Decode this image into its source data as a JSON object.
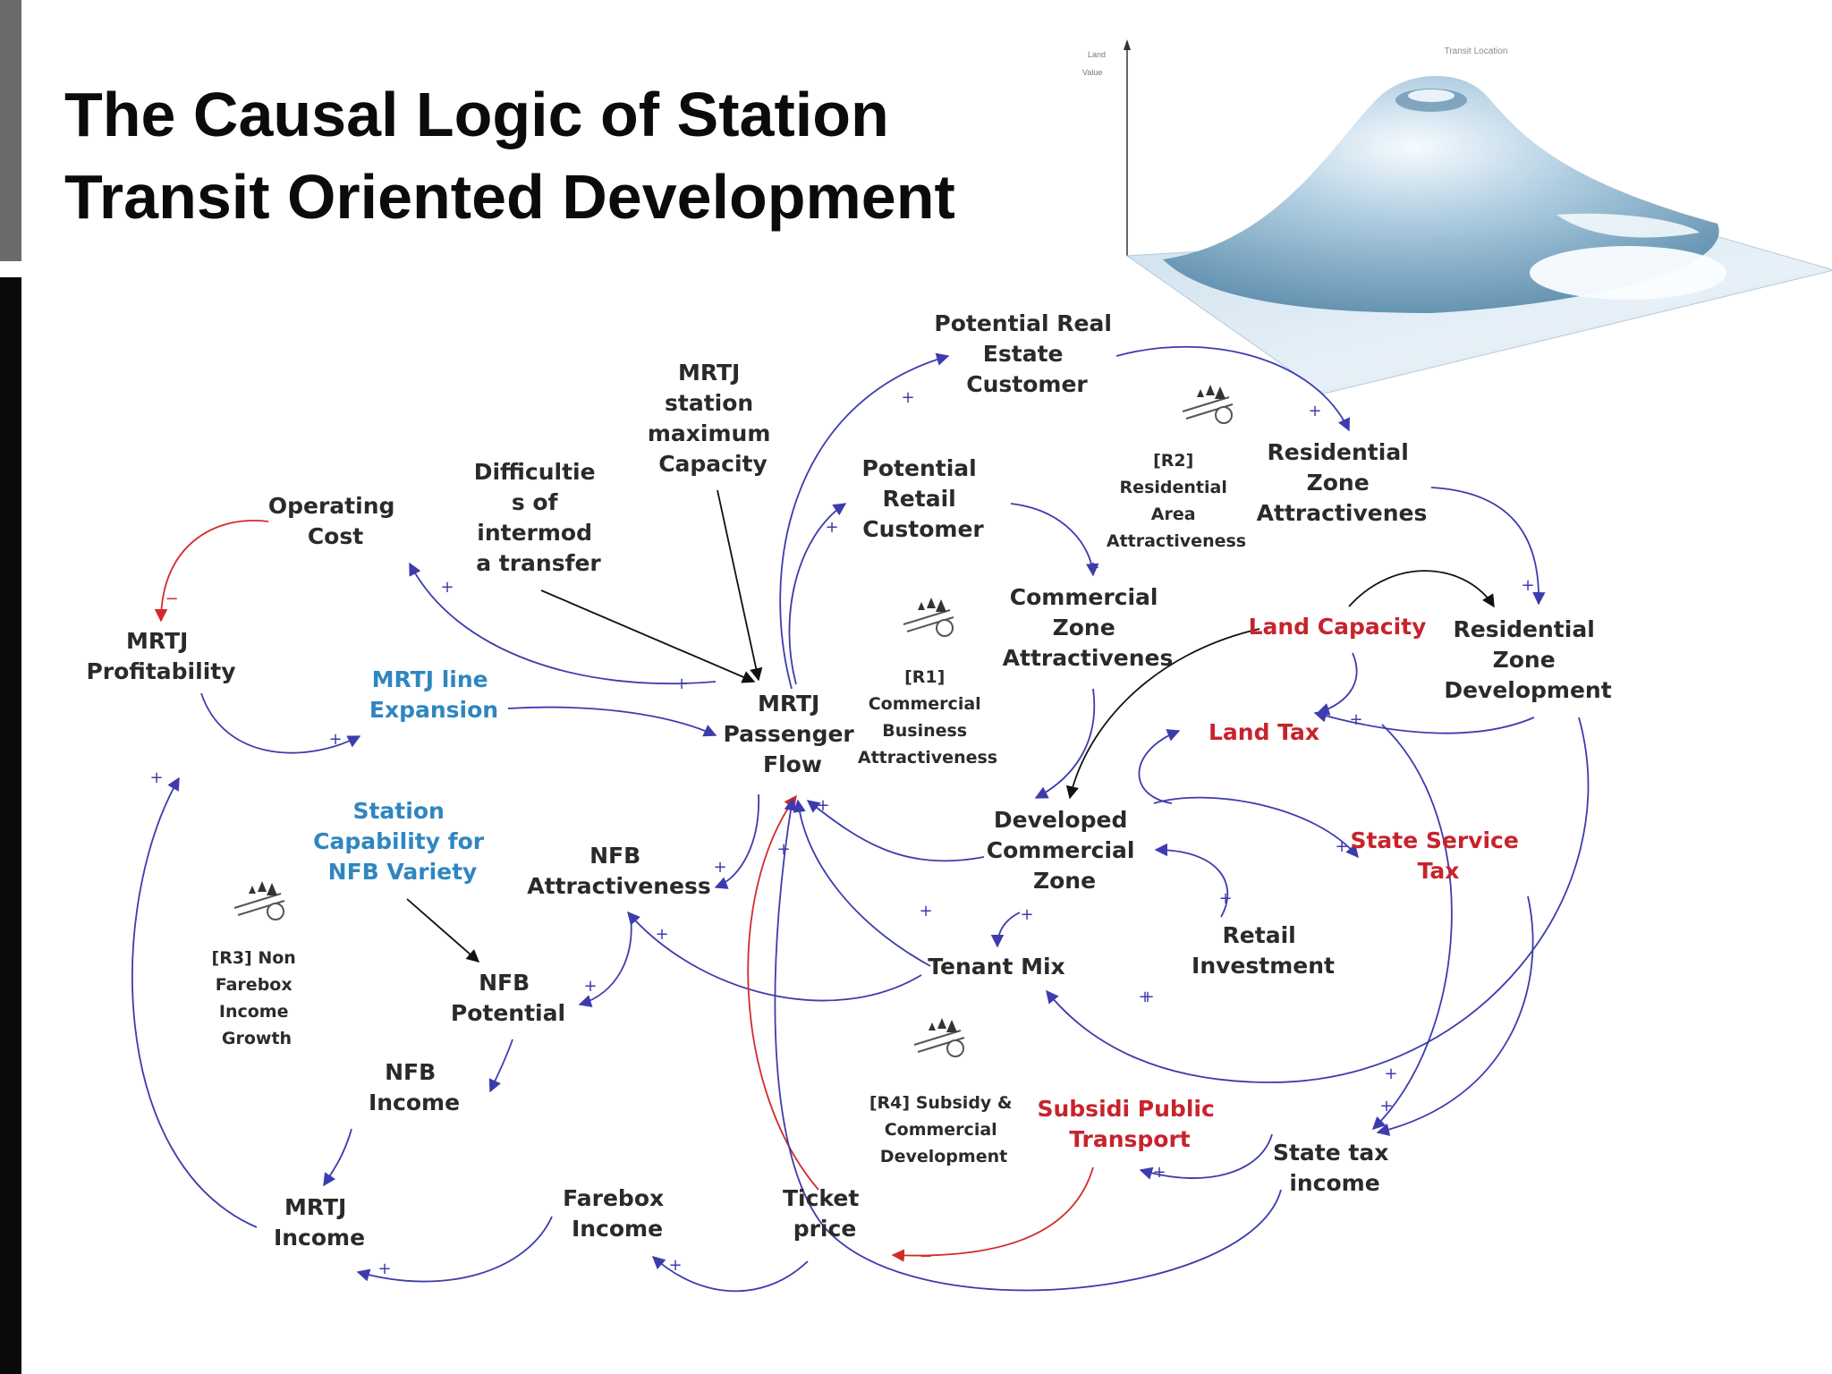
{
  "slide": {
    "title_line1": "The Causal Logic of Station",
    "title_line2": "Transit Oriented Development"
  },
  "colors": {
    "node_default": "#2a2a2a",
    "node_blue": "#2f86c0",
    "node_red": "#c8232c",
    "link_blue": "#3d3cae",
    "link_red": "#d42a2a",
    "link_black": "#111111"
  },
  "nodes": {
    "potential_real_estate": [
      "Potential Real",
      "Estate",
      "Customer"
    ],
    "mrtj_max_capacity": [
      "MRTJ",
      "station",
      "maximum",
      "Capacity"
    ],
    "difficulties_transfer": [
      "Difficultie",
      "s of",
      "intermod",
      "a transfer"
    ],
    "operating_cost": [
      "Operating",
      "Cost"
    ],
    "potential_retail": [
      "Potential",
      "Retail",
      "Customer"
    ],
    "residential_attract": [
      "Residential",
      "Zone",
      "Attractivenes"
    ],
    "commercial_attract": [
      "Commercial",
      "Zone",
      "Attractivenes"
    ],
    "land_capacity": [
      "Land Capacity"
    ],
    "residential_dev": [
      "Residential",
      "Zone",
      "Development"
    ],
    "mrtj_profitability": [
      "MRTJ",
      "Profitability"
    ],
    "mrtj_line_expansion": [
      "MRTJ line",
      "Expansion"
    ],
    "passenger_flow": [
      "MRTJ",
      "Passenger",
      "Flow"
    ],
    "land_tax": [
      "Land Tax"
    ],
    "developed_commercial": [
      "Developed",
      "Commercial",
      "Zone"
    ],
    "state_service_tax": [
      "State Service",
      "Tax"
    ],
    "station_capability": [
      "Station",
      "Capability for",
      "NFB Variety"
    ],
    "nfb_attractiveness": [
      "NFB",
      "Attractiveness"
    ],
    "retail_investment": [
      "Retail",
      "Investment"
    ],
    "tenant_mix": [
      "Tenant Mix"
    ],
    "nfb_potential": [
      "NFB",
      "Potential"
    ],
    "nfb_income": [
      "NFB",
      "Income"
    ],
    "subsidi_transport": [
      "Subsidi Public",
      "Transport"
    ],
    "state_tax_income": [
      "State tax",
      "income"
    ],
    "mrtj_income": [
      "MRTJ",
      "Income"
    ],
    "farebox_income": [
      "Farebox",
      "Income"
    ],
    "ticket_price": [
      "Ticket",
      "price"
    ]
  },
  "loops": {
    "r1": [
      "[R1]",
      "Commercial",
      "Business",
      "Attractiveness"
    ],
    "r2": [
      "[R2]",
      "Residential",
      "Area",
      "Attractiveness"
    ],
    "r3": [
      "[R3] Non",
      "Farebox",
      "Income",
      "Growth"
    ],
    "r4": [
      "[R4] Subsidy &",
      "Commercial",
      "Development"
    ]
  },
  "surface_plot": {
    "axis_label_lines": [
      "Land",
      "Value"
    ],
    "plot_label": "Transit Location"
  },
  "polarity": {
    "positive": "+",
    "negative": "−"
  }
}
